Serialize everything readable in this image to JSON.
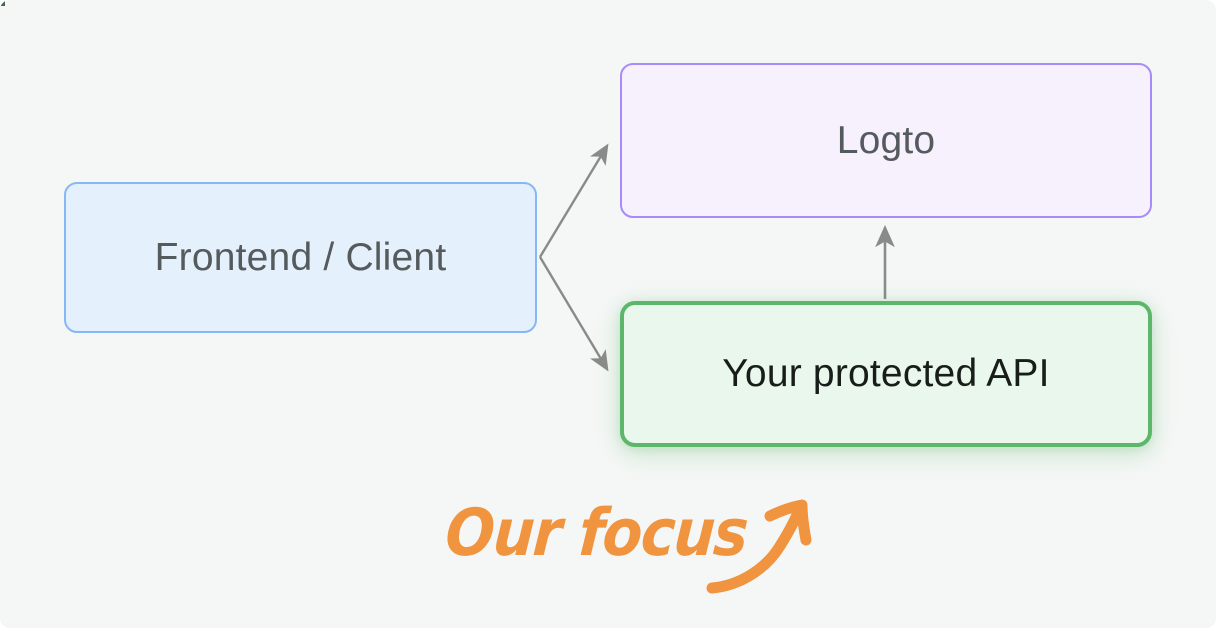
{
  "page": {
    "background_color": "#f5f7f6",
    "title": "API authorization architecture diagram"
  },
  "nodes": [
    {
      "id": "frontend",
      "label": "Frontend / Client",
      "fill_color": "#e4f0fc",
      "border_color": "#85b8f5",
      "text_color": "#555a5c"
    },
    {
      "id": "logto",
      "label": "Logto",
      "fill_color": "#f7f0fd",
      "border_color": "#a78bfa",
      "text_color": "#555a5c"
    },
    {
      "id": "api",
      "label": "Your protected API",
      "fill_color": "#eaf7ec",
      "border_color": "#5cb76a",
      "text_color": "#181d1a"
    }
  ],
  "edges": [
    {
      "id": "frontend-to-logto",
      "from": "frontend",
      "to": "logto",
      "color": "#8a8a8a",
      "style": "solid-arrow"
    },
    {
      "id": "frontend-to-api",
      "from": "frontend",
      "to": "api",
      "color": "#8a8a8a",
      "style": "solid-arrow"
    },
    {
      "id": "api-to-logto",
      "from": "api",
      "to": "logto",
      "color": "#8a8a8a",
      "style": "solid-arrow"
    }
  ],
  "annotation": {
    "text": "Our focus",
    "color": "#f0943f",
    "points_to": "api",
    "arrow_style": "hand-drawn-curved-arrow"
  }
}
